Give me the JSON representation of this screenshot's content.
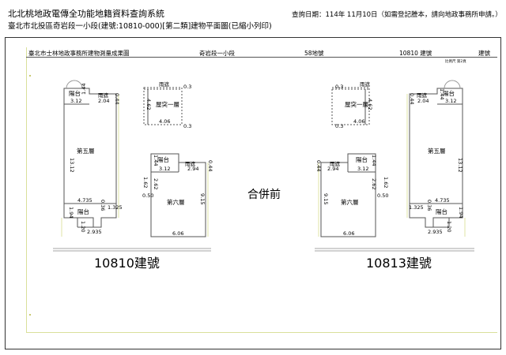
{
  "header": {
    "title": "北北桃地政電傳全功能地籍資料查詢系統",
    "query_date": "查詢日期：114年 11月10日（如需登記謄本，請向地政事務所申請。）",
    "subtitle": "臺北市北投區奇岩段一小段(建號:10810-000)[第二類]建物平面圖(已縮小列印)"
  },
  "sheet": {
    "office": "臺北市士林地政事務所建物測量成果圖",
    "section": "奇岩段一小段",
    "lot": "58地號",
    "building_no": "10810 建號",
    "building_label": "建號",
    "mini_note": "比例尺 第2頁",
    "merge_label": "合併前"
  },
  "plan_left": {
    "caption": "10810建號",
    "rooftop": {
      "name": "屋突一層",
      "corridor": "雨遮",
      "dims": [
        "0.3",
        "4.62",
        "4.06",
        "0.3"
      ]
    },
    "floor5": {
      "name": "第五層",
      "balcony_top": "陽台",
      "canopy_top": "雨遮",
      "balcony_bottom": "陽台",
      "dims": [
        "1.44",
        "0.44",
        "3.12",
        "2.04",
        "13.12",
        "4.735",
        "1.94",
        "0.36",
        "1.325",
        "1.20",
        "2.935"
      ]
    },
    "floor6": {
      "name": "第六層",
      "balcony": "陽台",
      "canopy": "雨遮",
      "dims": [
        "1.44",
        "0.44",
        "3.12",
        "2.94",
        "1.62",
        "2.62",
        "0.50",
        "9.15",
        "6.06"
      ]
    }
  },
  "plan_right": {
    "caption": "10813建號",
    "rooftop": {
      "name": "屋突一層",
      "corridor": "雨遮",
      "dims": [
        "0.3",
        "4.62",
        "4.06",
        "0.3"
      ]
    },
    "floor5": {
      "name": "第五層",
      "balcony_top": "陽台",
      "canopy_top": "雨遮",
      "balcony_bottom": "陽台",
      "dims": [
        "0.44",
        "1.44",
        "2.04",
        "3.12",
        "13.12",
        "4.735",
        "1.325",
        "0.36",
        "1.94",
        "1.20",
        "2.935"
      ]
    },
    "floor6": {
      "name": "第六層",
      "balcony": "陽台",
      "canopy": "雨遮",
      "dims": [
        "0.44",
        "1.44",
        "2.94",
        "3.12",
        "1.62",
        "2.62",
        "0.50",
        "9.15",
        "6.06"
      ]
    }
  }
}
